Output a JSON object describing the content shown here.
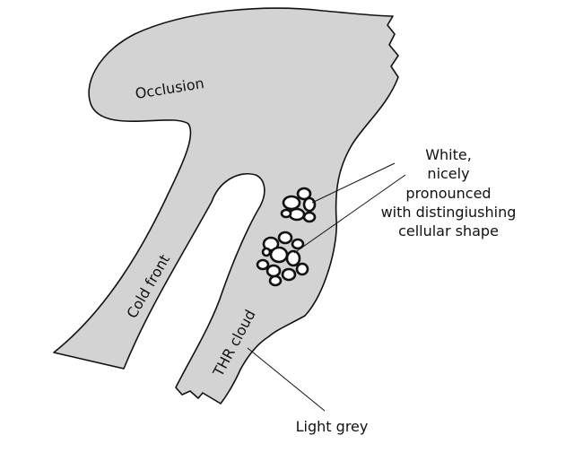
{
  "labels": {
    "occlusion": "Occlusion",
    "cold_front": "Cold front",
    "thr_cloud": "THR cloud",
    "annotation_lines": [
      "White,",
      "nicely",
      "pronounced",
      "with distingiushing",
      "cellular shape"
    ],
    "light_grey": "Light grey"
  },
  "colors": {
    "cloud_fill": "#d3d3d3",
    "outline": "#111111",
    "cells_fill": "#ffffff"
  }
}
